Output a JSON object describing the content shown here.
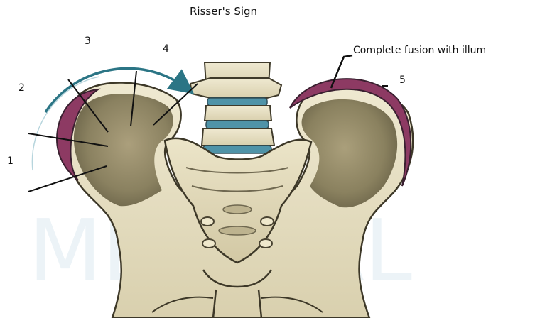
{
  "title": "Risser's Sign",
  "stage_labels": {
    "s1": "1",
    "s2": "2",
    "s3": "3",
    "s4": "4",
    "s5": "5"
  },
  "fusion_label": "Complete fusion with illum",
  "watermark": "MEDICAL",
  "colors": {
    "bone_light": "#e7e0c4",
    "bone_shadow": "#6d6648",
    "apophysis": "#8d3a63",
    "disc": "#4f93a8",
    "arrow": "#2b7585"
  }
}
